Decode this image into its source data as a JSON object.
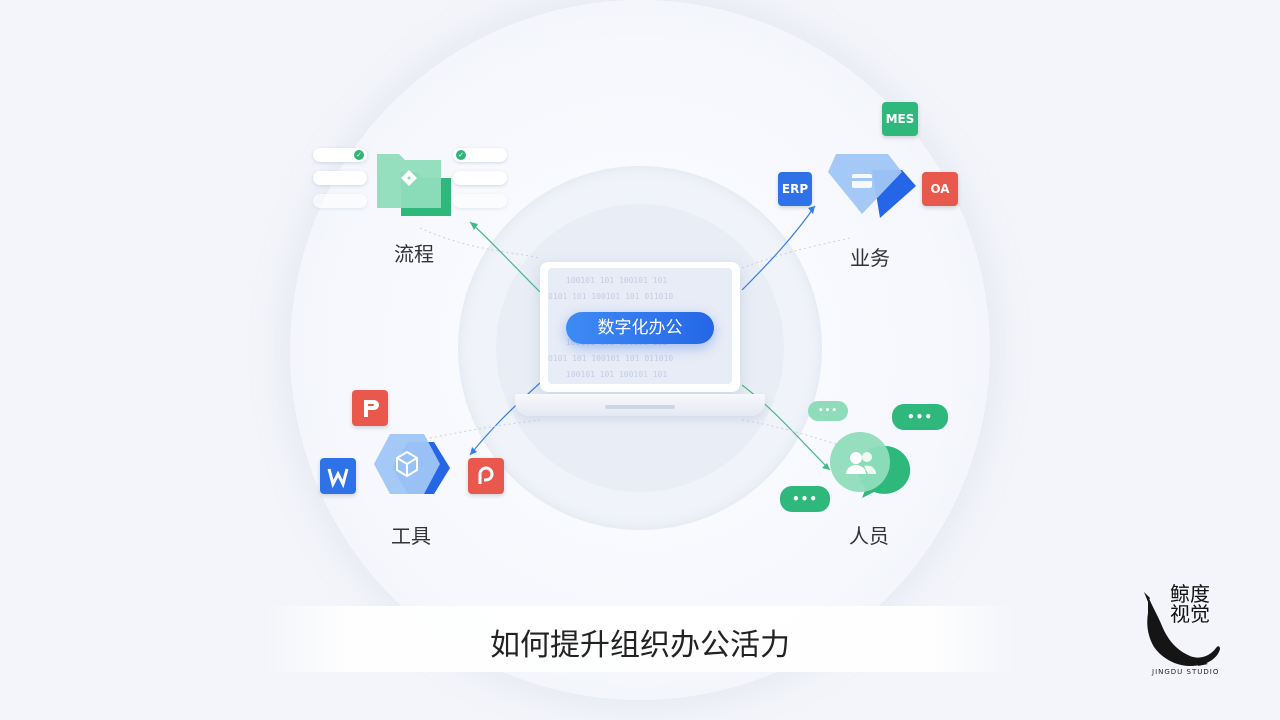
{
  "center": {
    "title": "数字化办公",
    "binary_rows": [
      "100101  101  100101  101",
      "0101  101  100101  101  011010",
      "100101  101  100101  101",
      "0101  101  100101  101  011010",
      "100101  101  100101  101"
    ]
  },
  "nodes": {
    "process": {
      "label": "流程"
    },
    "business": {
      "label": "业务",
      "chips": [
        "MES",
        "ERP",
        "OA"
      ]
    },
    "tools": {
      "label": "工具"
    },
    "people": {
      "label": "人员",
      "bubble": "•••"
    }
  },
  "caption": "如何提升组织办公活力",
  "watermark": {
    "zh_line1": "鲸度",
    "zh_line2": "视觉",
    "en": "JINGDU STUDIO"
  },
  "colors": {
    "blue": "#2566e6",
    "green": "#2fb87b",
    "red": "#e8584c",
    "bg": "#f3f5fa"
  }
}
